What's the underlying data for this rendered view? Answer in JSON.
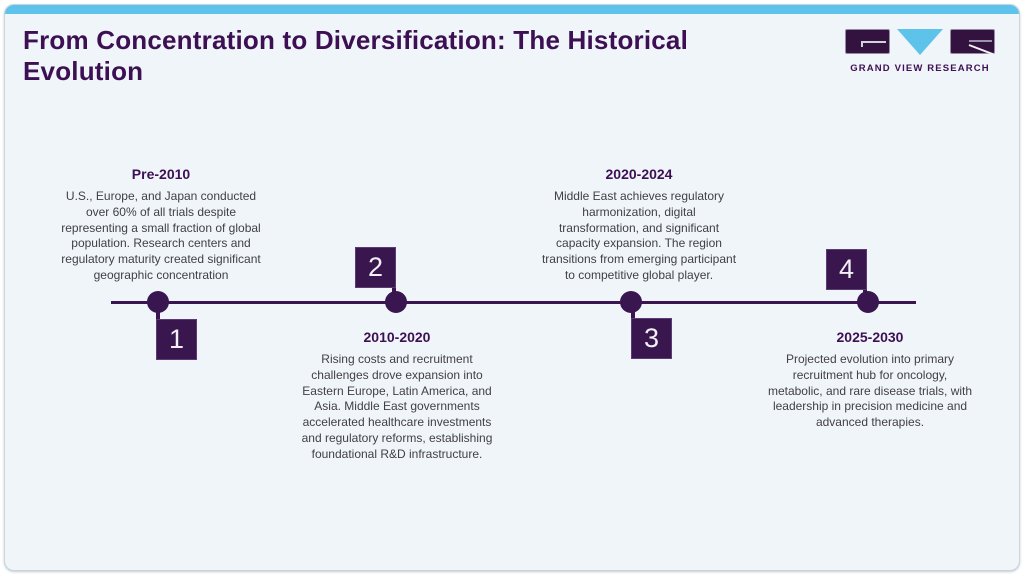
{
  "page": {
    "title": "From Concentration to Diversification: The Historical\nEvolution"
  },
  "logo": {
    "brand": "GRAND VIEW RESEARCH"
  },
  "colors": {
    "accent_blue": "#5ec3ea",
    "dark_purple": "#3a1650",
    "heading_purple": "#3c1053",
    "body_text": "#414049",
    "card_background": "#f0f5f9",
    "marker_number_text": "#f3eff7"
  },
  "timeline": {
    "milestones": [
      {
        "number": "1",
        "period": "Pre-2010",
        "description": "U.S., Europe, and Japan conducted\nover 60% of all trials despite\nrepresenting a small fraction of global\npopulation. Research centers and\nregulatory maturity created significant\ngeographic concentration",
        "text_position": "above-line",
        "marker_position": "below-line"
      },
      {
        "number": "2",
        "period": "2010-2020",
        "description": "Rising costs and recruitment\nchallenges drove expansion into\nEastern Europe, Latin America, and\nAsia. Middle East governments\naccelerated healthcare investments\nand regulatory reforms, establishing\nfoundational R&D infrastructure.",
        "text_position": "below-line",
        "marker_position": "above-line"
      },
      {
        "number": "3",
        "period": "2020-2024",
        "description": "Middle East achieves regulatory\nharmonization, digital\ntransformation, and significant\ncapacity expansion. The region\ntransitions from emerging participant\nto competitive global player.",
        "text_position": "above-line",
        "marker_position": "below-line"
      },
      {
        "number": "4",
        "period": "2025-2030",
        "description": "Projected evolution into primary\nrecruitment hub for oncology,\nmetabolic, and rare disease trials, with\nleadership in precision medicine and\nadvanced therapies.",
        "text_position": "below-line",
        "marker_position": "above-line"
      }
    ]
  }
}
